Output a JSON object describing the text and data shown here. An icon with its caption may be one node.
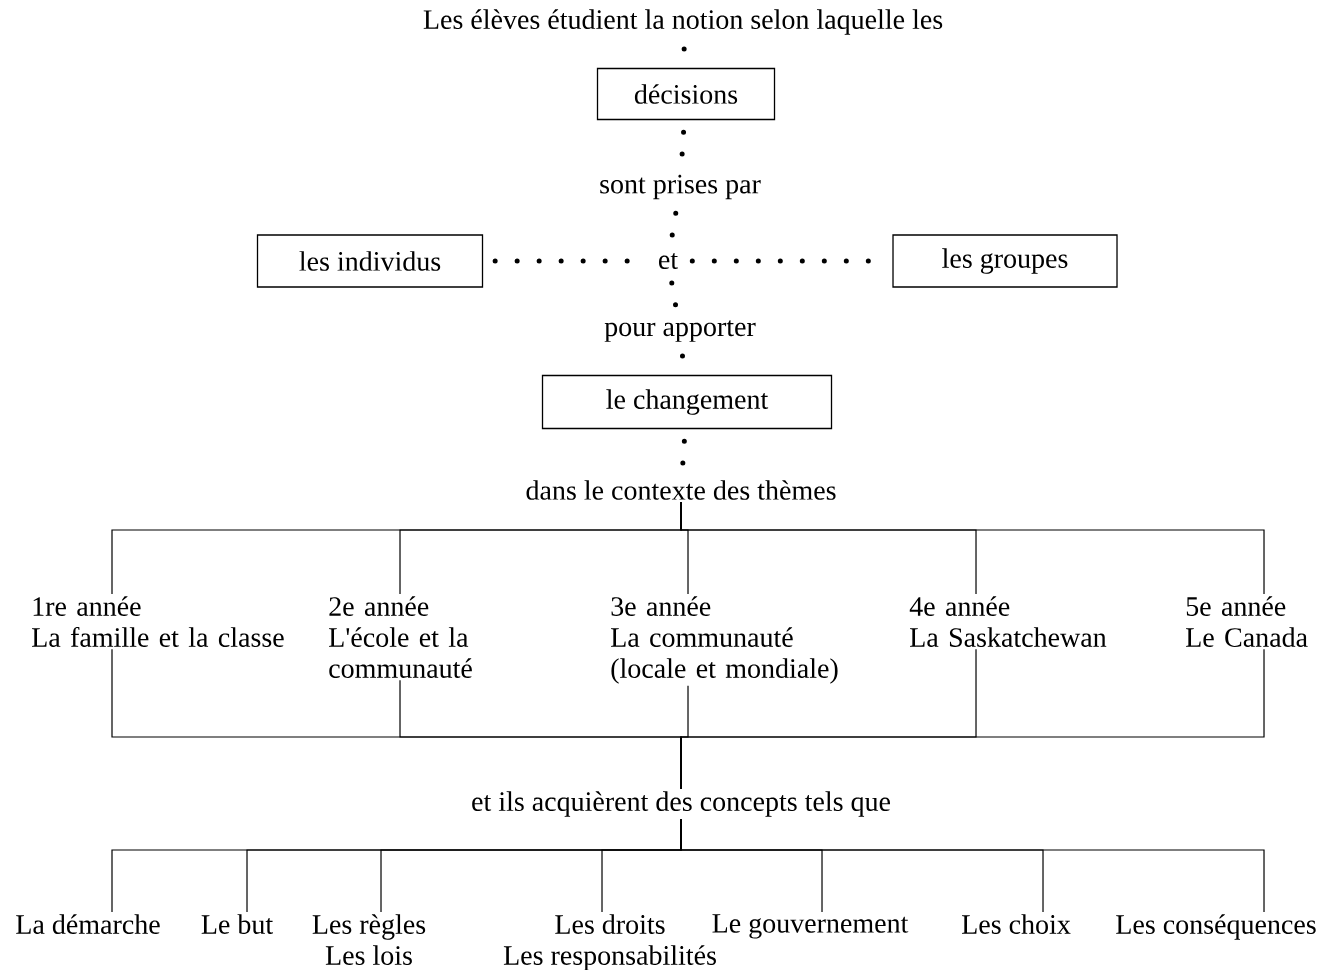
{
  "diagram": {
    "nodes": [
      {
        "text": [
          "Les élèves étudient la notion selon laquelle les"
        ]
      },
      {
        "text": [
          "décisions"
        ]
      },
      {
        "text": [
          "sont prises par"
        ]
      },
      {
        "text": [
          "les individus"
        ]
      },
      {
        "text": [
          "et"
        ]
      },
      {
        "text": [
          "les groupes"
        ]
      },
      {
        "text": [
          "pour apporter"
        ]
      },
      {
        "text": [
          "le changement"
        ]
      },
      {
        "text": [
          "dans le contexte des thèmes"
        ]
      },
      {
        "text": [
          "1re année",
          "La famille et la classe"
        ]
      },
      {
        "text": [
          "2e année",
          "L'école et la communauté"
        ]
      },
      {
        "text": [
          "3e année",
          "La communauté (locale et mondiale)"
        ]
      },
      {
        "text": [
          "4e année",
          "La Saskatchewan"
        ]
      },
      {
        "text": [
          "5e année",
          "Le Canada"
        ]
      },
      {
        "text": [
          "et ils acquièrent des concepts tels que"
        ]
      },
      {
        "text": [
          "La démarche"
        ]
      },
      {
        "text": [
          "Le but"
        ]
      },
      {
        "text": [
          "Les règles",
          "Les lois"
        ]
      },
      {
        "text": [
          "Les droits",
          "Les responsabilités"
        ]
      },
      {
        "text": [
          "Le gouvernement"
        ]
      },
      {
        "text": [
          "Les choix"
        ]
      },
      {
        "text": [
          "Les conséquences"
        ]
      }
    ],
    "edges": [
      {
        "from": 0,
        "to": 1,
        "arrow": "none",
        "style": "dashed"
      },
      {
        "from": 1,
        "to": 2,
        "arrow": "none",
        "style": "dashed"
      },
      {
        "from": 2,
        "to": 4,
        "arrow": "none",
        "style": "dashed"
      },
      {
        "from": 3,
        "to": 4,
        "arrow": "none",
        "style": "dashed"
      },
      {
        "from": 4,
        "to": 5,
        "arrow": "none",
        "style": "dashed"
      },
      {
        "from": 4,
        "to": 6,
        "arrow": "none",
        "style": "dashed"
      },
      {
        "from": 6,
        "to": 7,
        "arrow": "none",
        "style": "dashed"
      },
      {
        "from": 7,
        "to": 8,
        "arrow": "none",
        "style": "dashed"
      },
      {
        "from": 8,
        "to": 9,
        "arrow": "none"
      },
      {
        "from": 8,
        "to": 10,
        "arrow": "none"
      },
      {
        "from": 8,
        "to": 11,
        "arrow": "none"
      },
      {
        "from": 8,
        "to": 12,
        "arrow": "none"
      },
      {
        "from": 8,
        "to": 13,
        "arrow": "none"
      },
      {
        "from": 9,
        "to": 14,
        "arrow": "none"
      },
      {
        "from": 10,
        "to": 14,
        "arrow": "none"
      },
      {
        "from": 11,
        "to": 14,
        "arrow": "none"
      },
      {
        "from": 12,
        "to": 14,
        "arrow": "none"
      },
      {
        "from": 13,
        "to": 14,
        "arrow": "none"
      },
      {
        "from": 14,
        "to": 15,
        "arrow": "none"
      },
      {
        "from": 14,
        "to": 16,
        "arrow": "none"
      },
      {
        "from": 14,
        "to": 17,
        "arrow": "none"
      },
      {
        "from": 14,
        "to": 18,
        "arrow": "none"
      },
      {
        "from": 14,
        "to": 19,
        "arrow": "none"
      },
      {
        "from": 14,
        "to": 20,
        "arrow": "none"
      },
      {
        "from": 14,
        "to": 21,
        "arrow": "none"
      }
    ]
  }
}
